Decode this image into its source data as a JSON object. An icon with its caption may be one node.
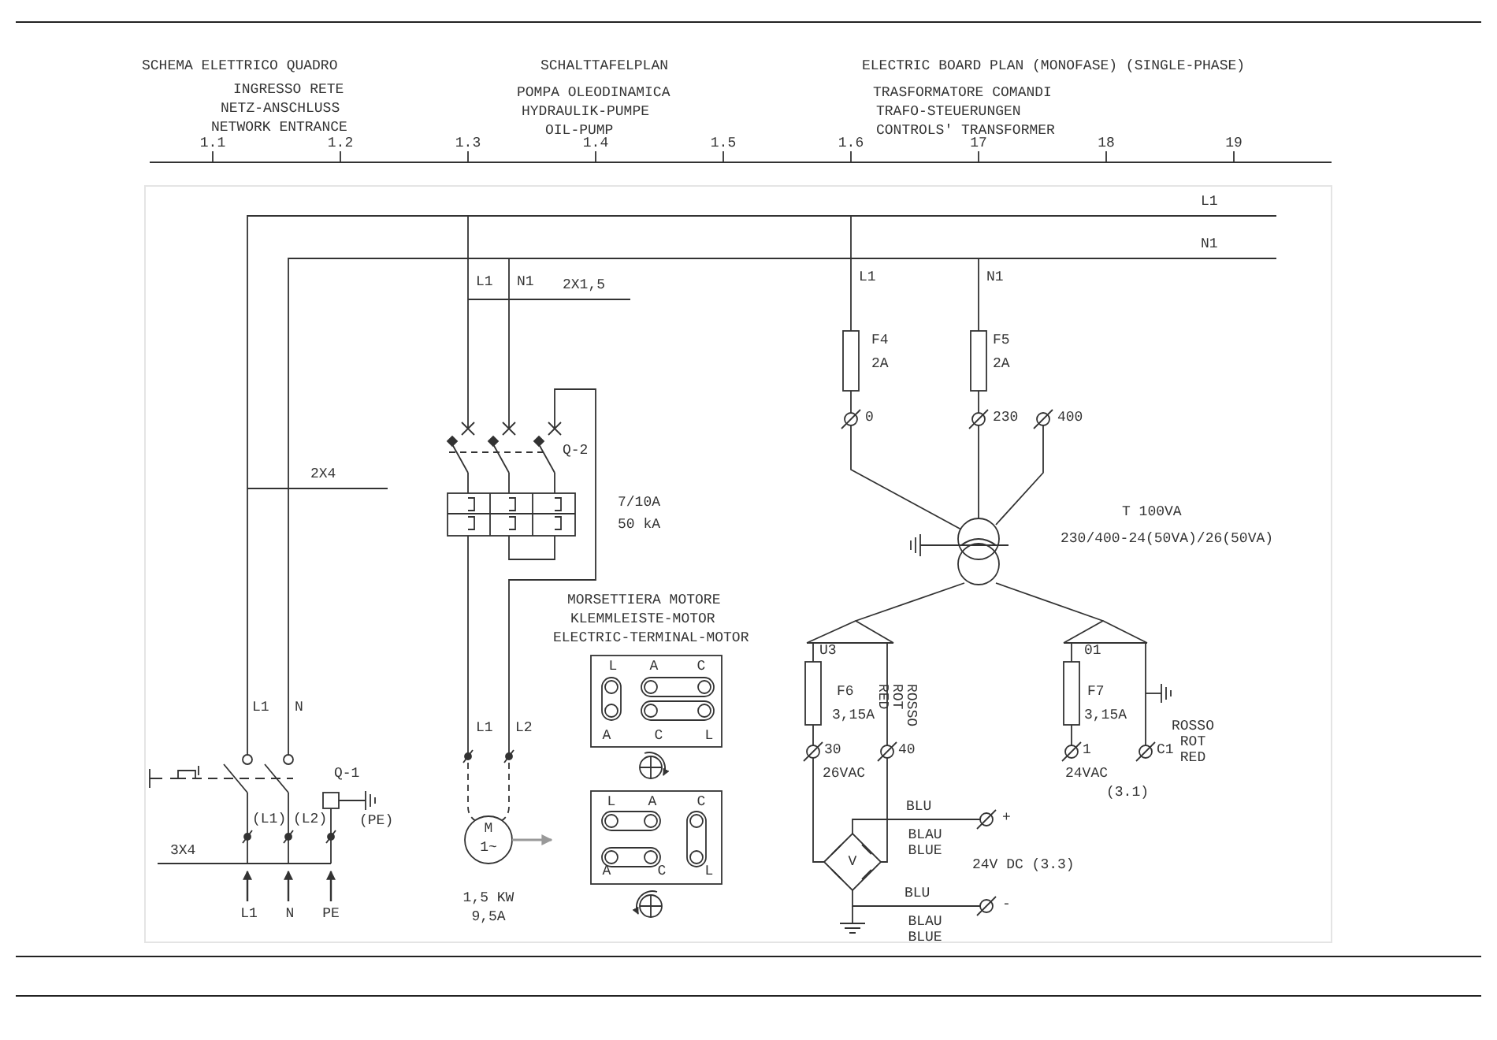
{
  "diagram": {
    "labels": [
      "SCHEMA ELETTRICO QUADRO",
      "SCHALTTAFELPLAN",
      "ELECTRIC BOARD PLAN (MONOFASE) (SINGLE-PHASE)",
      "INGRESSO RETE",
      "POMPA OLEODINAMICA",
      "TRASFORMATORE COMANDI",
      "NETZ-ANSCHLUSS",
      "HYDRAULIK-PUMPE",
      "TRAFO-STEUERUNGEN",
      "NETWORK ENTRANCE",
      "OIL-PUMP",
      "CONTROLS' TRANSFORMER",
      "1.1",
      "1.2",
      "1.3",
      "1.4",
      "1.5",
      "1.6",
      "17",
      "18",
      "19",
      "L1",
      "N1",
      "L1",
      "N1",
      "2X1,5",
      "L1",
      "N1",
      "F4",
      "2A",
      "F5",
      "2A",
      "0",
      "230",
      "400",
      "Q-2",
      "2X4",
      "7/10A",
      "50 kA",
      "T 100VA",
      "230/400-24(50VA)/26(50VA)",
      "MORSETTIERA MOTORE",
      "KLEMMLEISTE-MOTOR",
      "ELECTRIC-TERMINAL-MOTOR",
      "U3",
      "01",
      "L1",
      "N",
      "F6",
      "3,15A",
      "ROSSO ROT RED",
      "F7",
      "3,15A",
      "ROSSO ROT RED",
      "L1",
      "L2",
      "Q-1",
      "30",
      "40",
      "1",
      "C1",
      "26VAC",
      "24VAC",
      "(3.1)",
      "BLU",
      "+",
      "BLAU BLUE",
      "(L1)",
      "(L2)",
      "(PE)",
      "3X4",
      "M",
      "1~",
      "V",
      "24V DC (3.3)",
      "L1",
      "N",
      "PE",
      "1,5 KW",
      "9,5A",
      "BLU",
      "-",
      "BLAU BLUE",
      "L",
      "A",
      "C",
      "A",
      "C",
      "L",
      "L",
      "A",
      "C",
      "A",
      "C",
      "L"
    ]
  }
}
